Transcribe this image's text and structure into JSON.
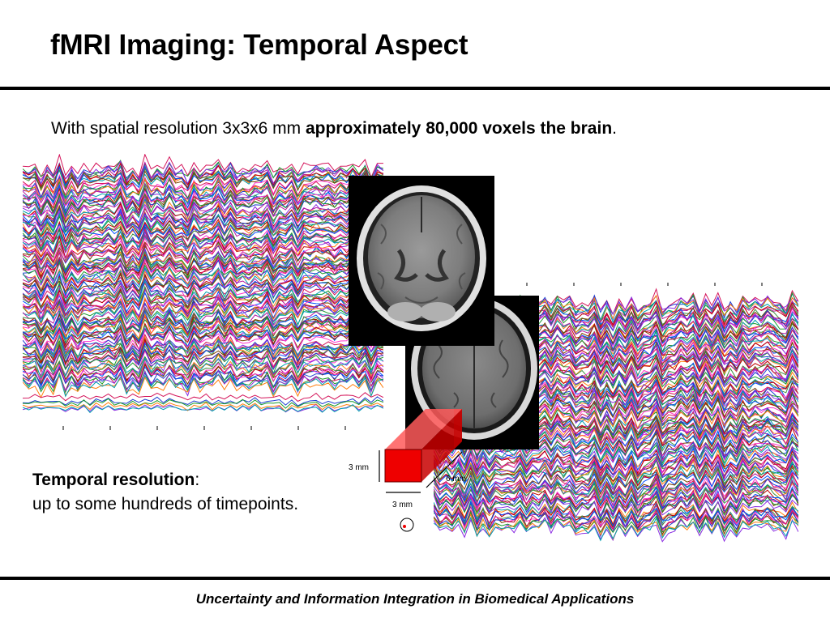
{
  "slide": {
    "title": "fMRI Imaging: Temporal Aspect",
    "subtitle_plain": "With spatial resolution 3x3x6 mm ",
    "subtitle_bold": "approximately 80,000 voxels the brain",
    "subtitle_end": ".",
    "temporal_heading": "Temporal resolution",
    "temporal_colon": ":",
    "temporal_text": "up to some hundreds of timepoints.",
    "footer": "Uncertainty and Information Integration in Biomedical Applications"
  },
  "voxel": {
    "height_label": "3 mm",
    "width_label": "3 mm",
    "depth_label": "6 mm"
  },
  "colors": {
    "voxel_red": "#ee0000",
    "trace_palette": [
      "#d4145a",
      "#1f3fd1",
      "#1a9a2a",
      "#8a2be2",
      "#ff7f0e",
      "#00a0b0",
      "#b5179e",
      "#c00000",
      "#3d9140",
      "#0050ff",
      "#7b3f00",
      "#ff33cc"
    ]
  }
}
